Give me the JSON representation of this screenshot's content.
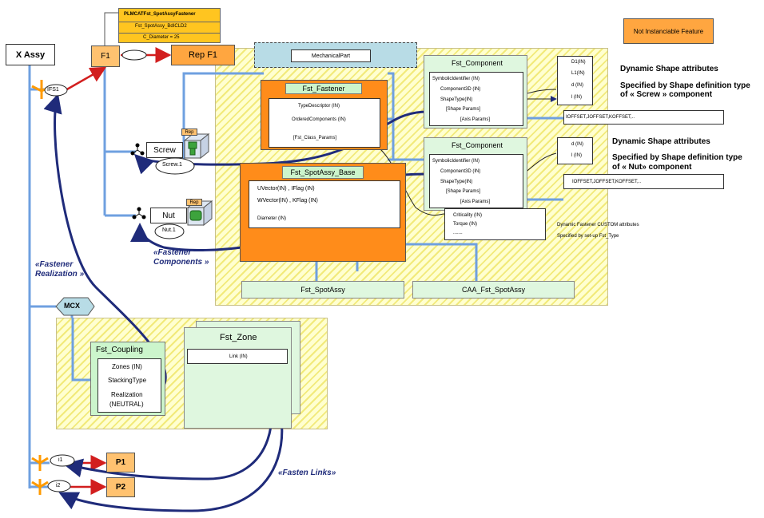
{
  "root": {
    "label": "X Assy"
  },
  "feature": {
    "label": "F1",
    "rep_label": "Rep F1",
    "instance": "IFS1"
  },
  "spec_card": {
    "line1": "PLMCATFst_SpotAssyFastener",
    "line2": "Fst_SpotAssy_BdICLD2",
    "line3": "C_Diameter = 25"
  },
  "legend": {
    "not_instanciable": "Not Instanciable Feature"
  },
  "mechanical_part": {
    "label": "MechanicalPart"
  },
  "fst_fastener": {
    "title": "Fst_Fastener",
    "attr1": "TypeDescriptor (IN)",
    "attr2": "OrderedComponents (IN)",
    "attr3": "[Fst_Class_Params]"
  },
  "fst_spotassy_base": {
    "title": "Fst_SpotAssy_Base",
    "attr1": "UVector(IN) , IFlag (IN)",
    "attr2": "WVector(IN) , KFlag (IN)",
    "attr3": "Diameter (IN)"
  },
  "component_screw": {
    "title": "Fst_Component",
    "attr1": "SymbolicIdentifier (IN)",
    "attr2": "Component3D (IN)",
    "attr3": "ShapeType(IN)",
    "attr4": "[Shape Params]",
    "attr5": "[Axis Params]"
  },
  "component_nut": {
    "title": "Fst_Component",
    "attr1": "SymbolicIdentifier (IN)",
    "attr2": "Component3D (IN)",
    "attr3": "ShapeType(IN)",
    "attr4": "[Shape Params]",
    "attr5": "[Axis Params]"
  },
  "screw_params": {
    "p1": "D1(IN)",
    "p2": "L1(IN)",
    "p3": "d (IN)",
    "p4": "l (IN)"
  },
  "nut_params": {
    "p1": "d (IN)",
    "p2": "l (IN)"
  },
  "axis_values_screw": "IOFFSET,JOFFSET,KOFFSET,..",
  "axis_values_nut": "IOFFSET,JOFFSET,KOFFSET,..",
  "dyn_screw": {
    "heading": "Dynamic Shape attributes",
    "line1": "Specified by Shape definition type",
    "line2": "of « Screw » component"
  },
  "dyn_nut": {
    "heading": "Dynamic Shape attributes",
    "line1": "Specified by Shape definition type",
    "line2": "of « Nut» component"
  },
  "custom_attrs": {
    "a1": "Criticality (IN)",
    "a2": "Torque (IN)",
    "a3": "......."
  },
  "custom_note": {
    "line1": "Dynamic Fastener CUSTOM attributes",
    "line2": "Specified by set-up Fst_Type"
  },
  "screw": {
    "label": "Screw",
    "instance": "Screw.1",
    "rep": "Rep"
  },
  "nut": {
    "label": "Nut",
    "instance": "Nut.1",
    "rep": "Rep"
  },
  "fst_spotassy": {
    "label": "Fst_SpotAssy"
  },
  "caa_fst_spotassy": {
    "label": "CAA_Fst_SpotAssy"
  },
  "annotations": {
    "fastener_components": "«Fastener Components »",
    "fastener_realization": "«Fastener Realization »",
    "fasten_links": "«Fasten Links»"
  },
  "mcx": {
    "label": "MCX"
  },
  "fst_coupling": {
    "title": "Fst_Coupling",
    "attr1": "Zones (IN)",
    "attr2": "StackingType",
    "attr3": "Realization",
    "attr4": "(NEUTRAL)"
  },
  "fst_zone": {
    "title": "Fst_Zone",
    "link": "Link (IN)"
  },
  "instances": {
    "i1": "i1",
    "i2": "i2",
    "p1": "P1",
    "p2": "P2"
  }
}
